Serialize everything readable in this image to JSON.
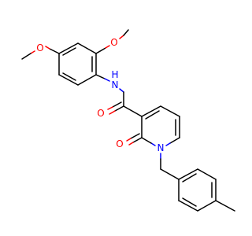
{
  "molecule": {
    "atoms": {
      "o_methoxy_top": "O",
      "o_methoxy_left": "O",
      "nh": "N",
      "nh_h": "H",
      "o_amide": "O",
      "n_ring": "N",
      "o_ring": "O"
    },
    "colors": {
      "carbon": "#000000",
      "oxygen": "#ff0000",
      "nitrogen": "#0000ff"
    }
  }
}
